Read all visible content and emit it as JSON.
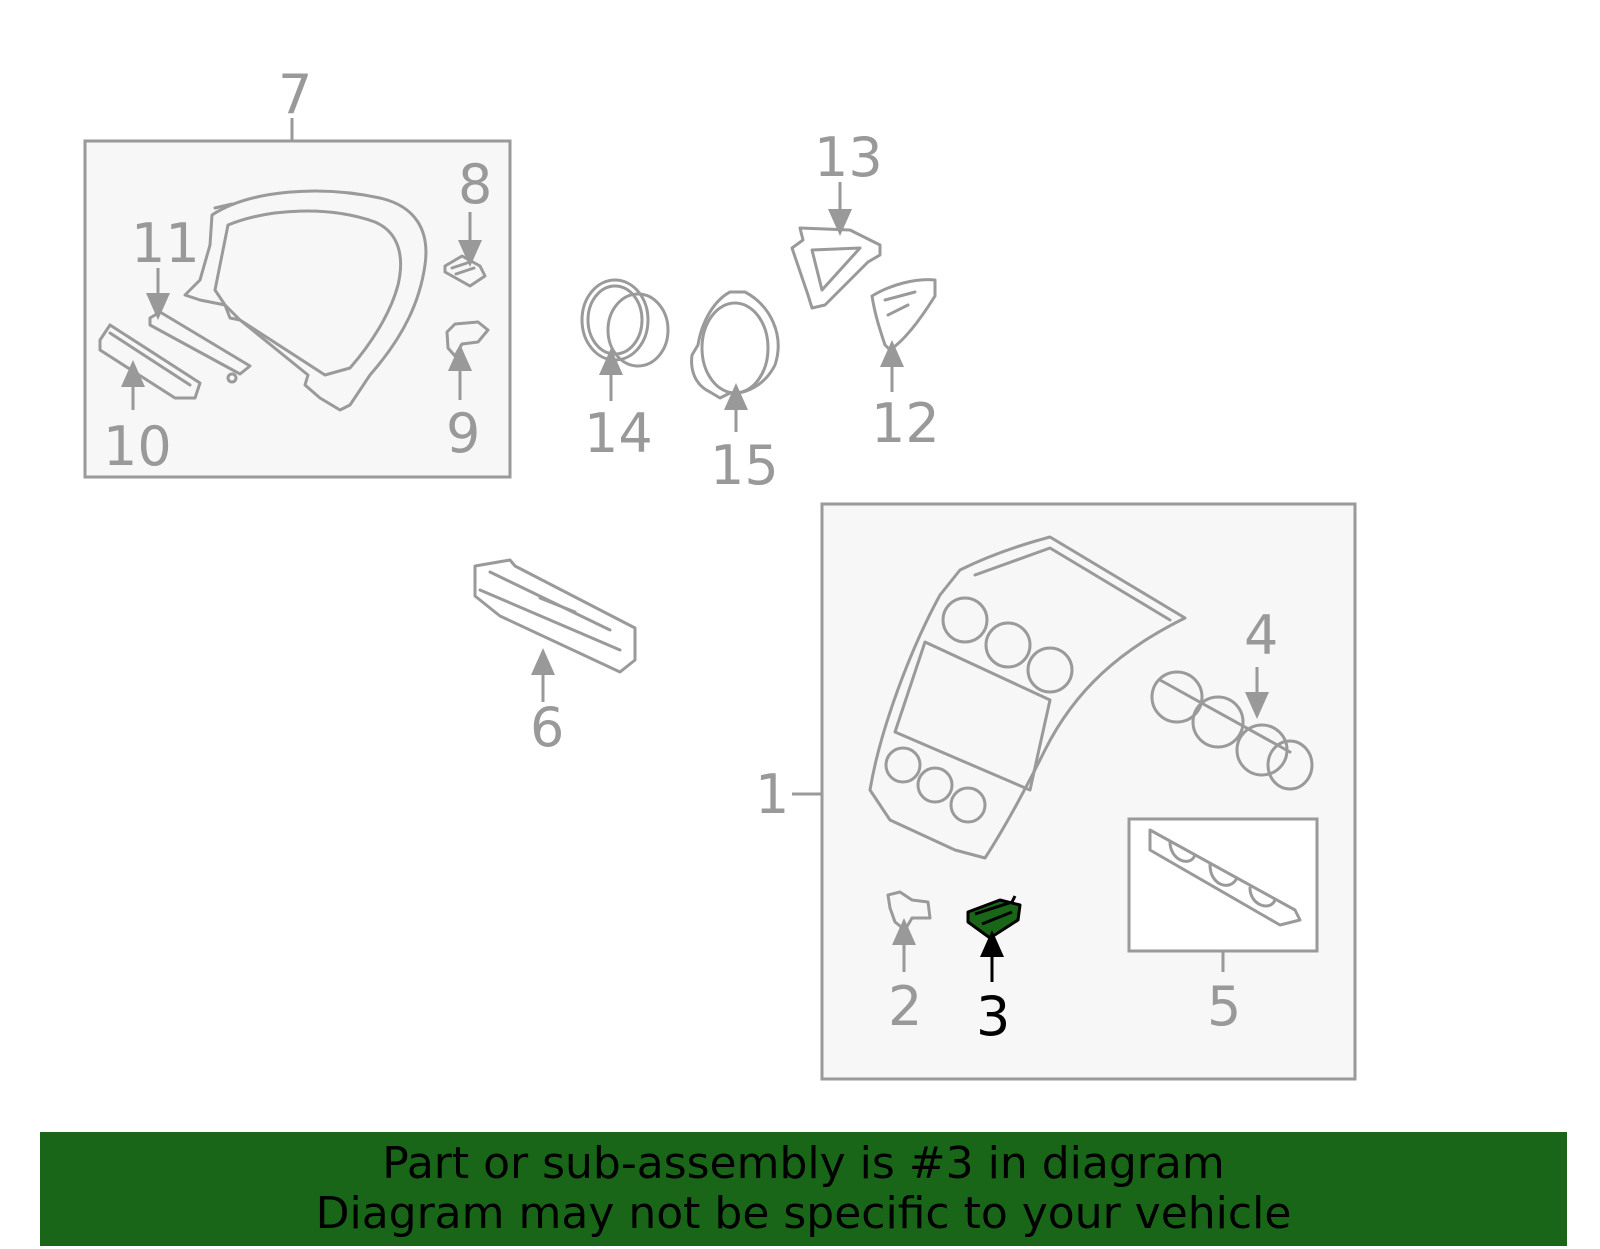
{
  "colors": {
    "highlight": "#196619",
    "linework": "#9a9a9a",
    "banner_text": "#000000"
  },
  "callouts": {
    "c1": "1",
    "c2": "2",
    "c3": "3",
    "c4": "4",
    "c5": "5",
    "c6": "6",
    "c7": "7",
    "c8": "8",
    "c9": "9",
    "c10": "10",
    "c11": "11",
    "c12": "12",
    "c13": "13",
    "c14": "14",
    "c15": "15"
  },
  "highlighted_part": "3",
  "banner": {
    "line1": "Part or sub-assembly is #3 in diagram",
    "line2": "Diagram may not be specific to your vehicle"
  }
}
